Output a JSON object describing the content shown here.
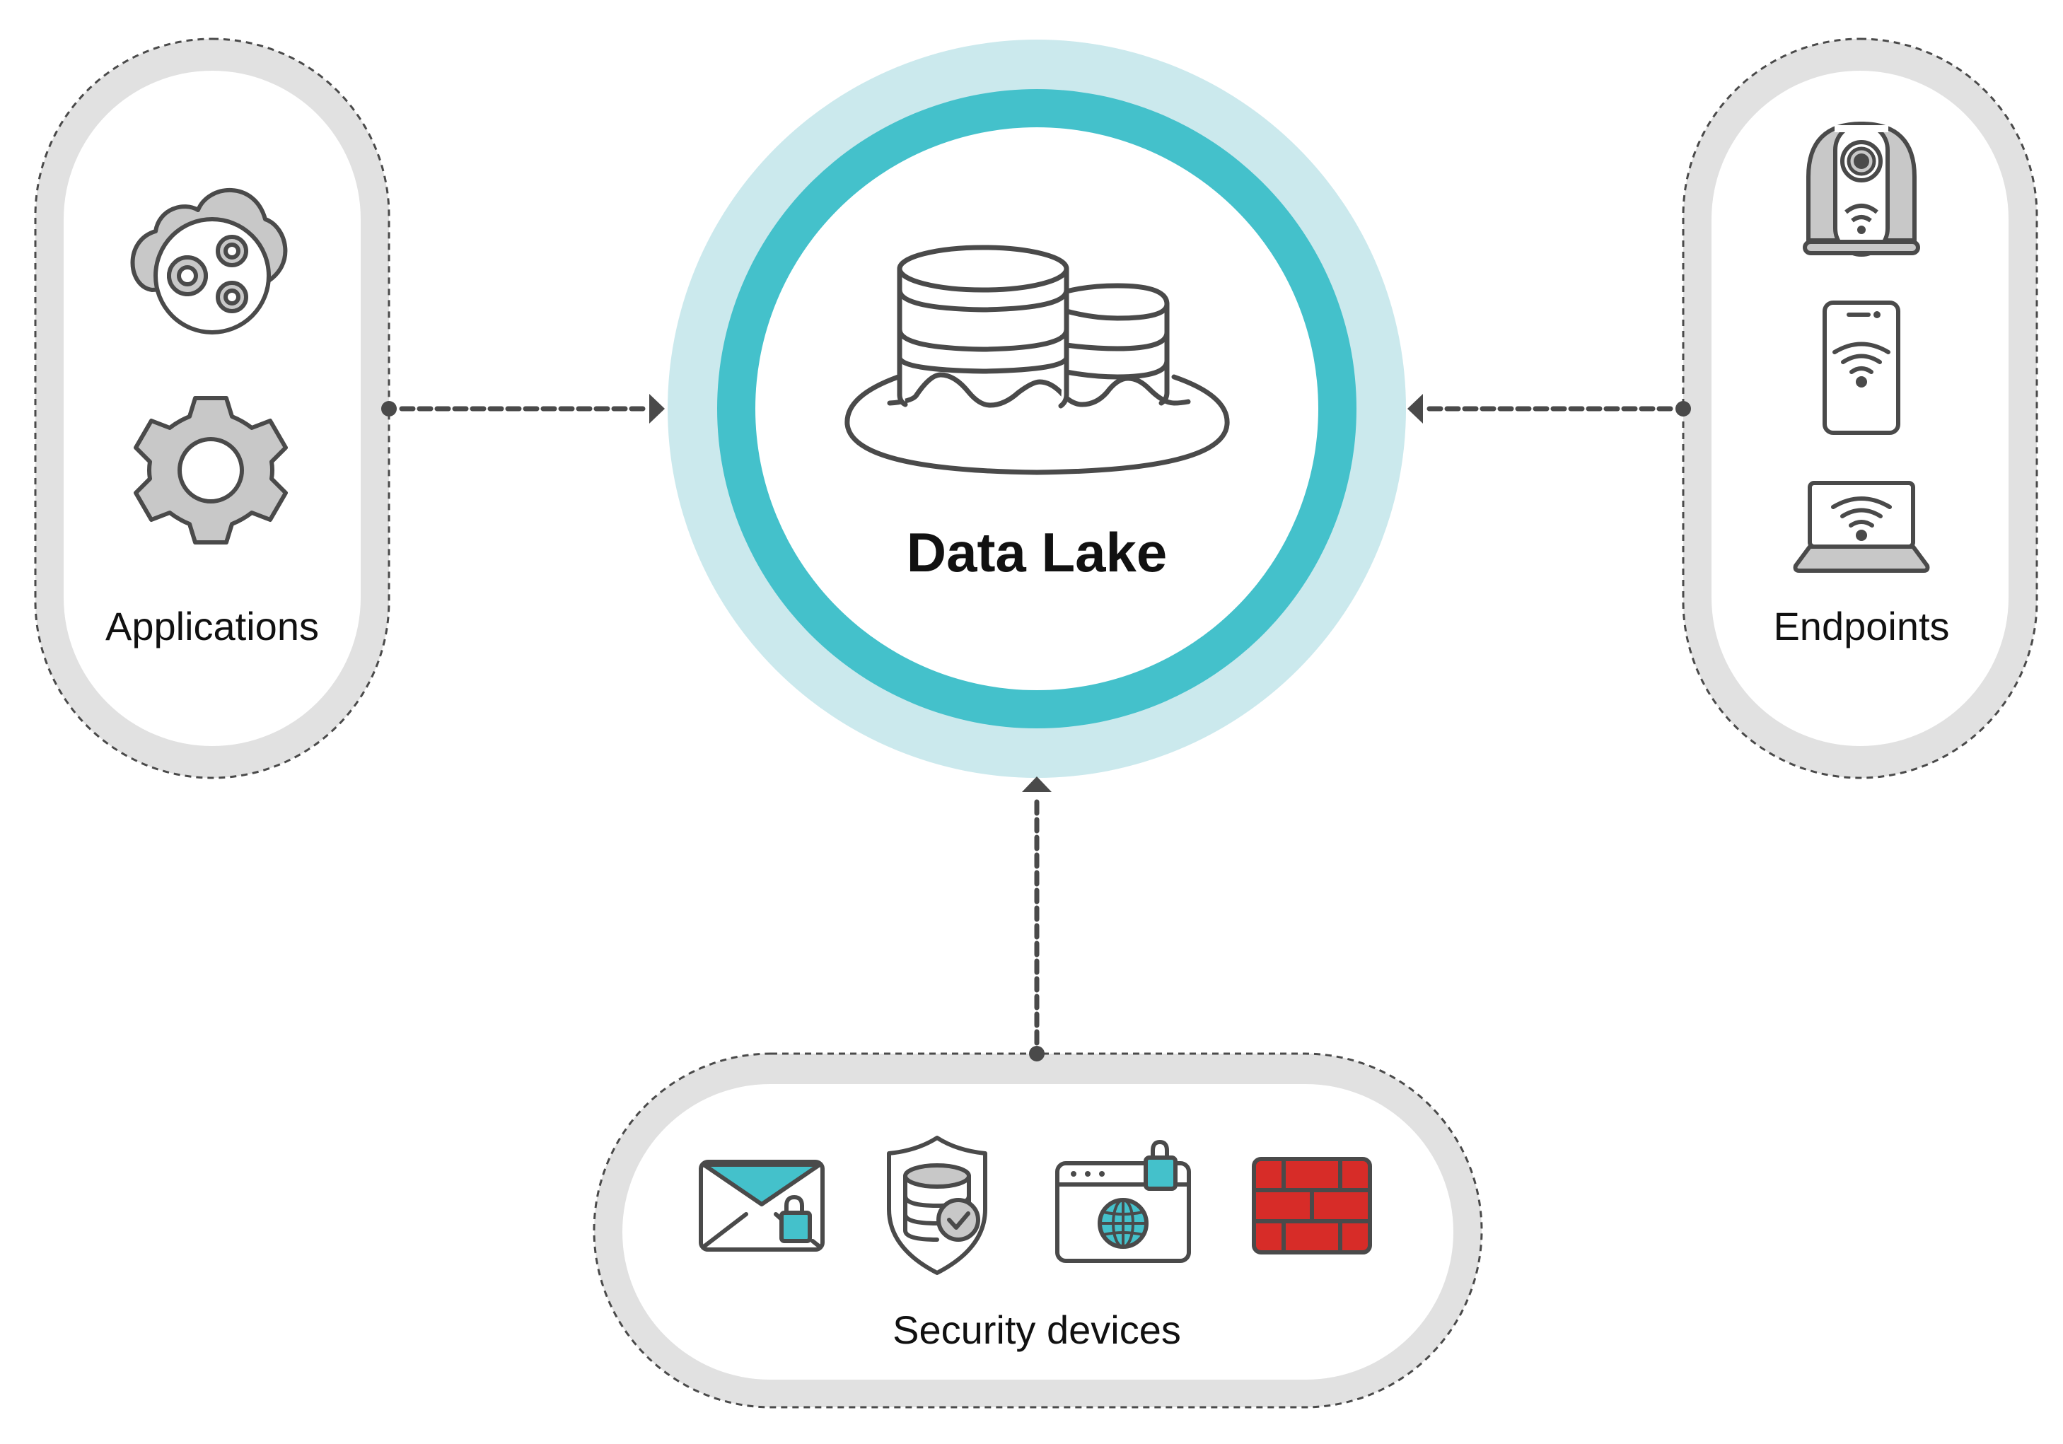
{
  "title": "Data Lake",
  "colors": {
    "teal": "#44c1cb",
    "teal_light": "#cbe9ed",
    "pill_gray": "#e1e1e1",
    "stroke": "#4a4a4a",
    "icon_fill_gray": "#c8c8c8",
    "firewall_red": "#d72c28",
    "text": "#111111"
  },
  "center": {
    "label": "Data Lake",
    "icon": "database-lake-icon"
  },
  "sources": [
    {
      "id": "applications",
      "label": "Applications",
      "icons": [
        "cloud-gears-icon",
        "gear-icon"
      ],
      "flow": "into-center-from-left"
    },
    {
      "id": "endpoints",
      "label": "Endpoints",
      "icons": [
        "security-camera-icon",
        "smartphone-wifi-icon",
        "laptop-wifi-icon"
      ],
      "flow": "into-center-from-right"
    },
    {
      "id": "security-devices",
      "label": "Security devices",
      "icons": [
        "secure-email-icon",
        "database-shield-icon",
        "secure-web-icon",
        "firewall-icon"
      ],
      "flow": "into-center-from-below"
    }
  ]
}
